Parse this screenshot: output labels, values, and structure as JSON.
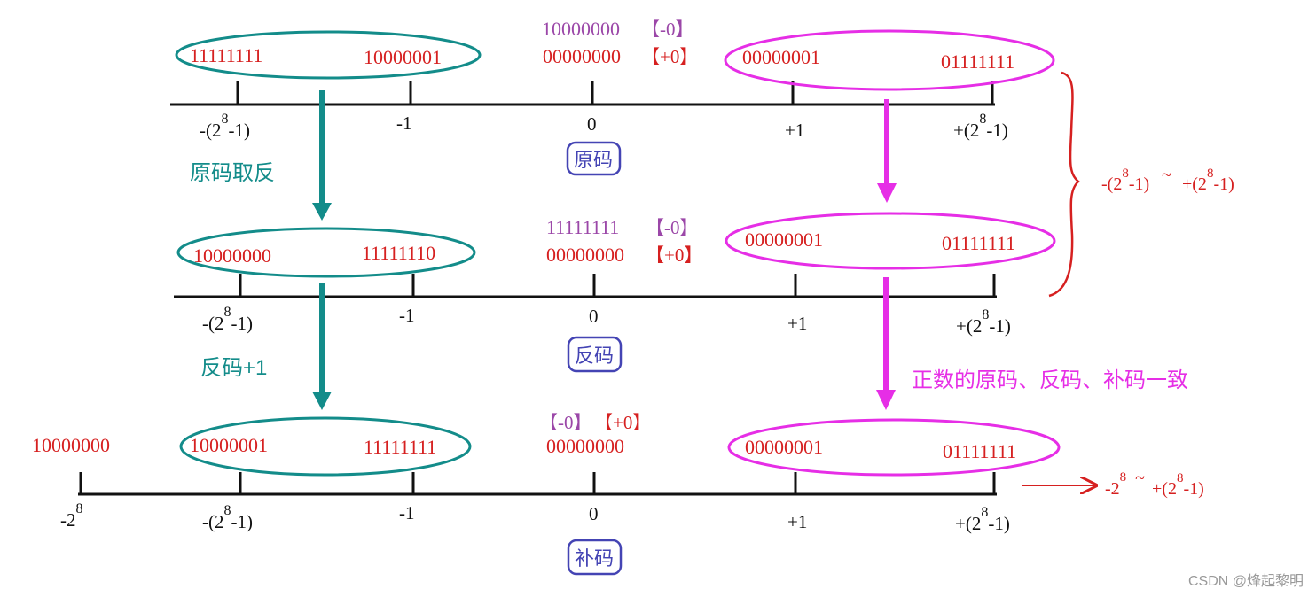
{
  "colors": {
    "teal": "#138c8a",
    "magenta": "#e62ee6",
    "red": "#d62020",
    "purple": "#9b47a8",
    "blue_box": "#4444b4",
    "black": "#111111"
  },
  "row1": {
    "left_ellipse": {
      "a": "11111111",
      "b": "10000001"
    },
    "zero_neg": {
      "code": "10000000",
      "tag": "【-0】"
    },
    "zero_pos": {
      "code": "00000000",
      "tag": "【+0】"
    },
    "right_ellipse": {
      "a": "00000001",
      "b": "01111111"
    },
    "ticks": {
      "t1": "-1",
      "t2": "0",
      "t3": "+1"
    },
    "box_label": "原码"
  },
  "row2": {
    "left_ellipse": {
      "a": "10000000",
      "b": "11111110"
    },
    "zero_neg": {
      "code": "11111111",
      "tag": "【-0】"
    },
    "zero_pos": {
      "code": "00000000",
      "tag": "【+0】"
    },
    "right_ellipse": {
      "a": "00000001",
      "b": "01111111"
    },
    "ticks": {
      "t1": "-1",
      "t2": "0",
      "t3": "+1"
    },
    "box_label": "反码"
  },
  "row3": {
    "outer_left": "10000000",
    "left_ellipse": {
      "a": "10000001",
      "b": "11111111"
    },
    "zero_tags": {
      "neg": "【-0】",
      "pos": "【+0】"
    },
    "zero_code": "00000000",
    "right_ellipse": {
      "a": "00000001",
      "b": "01111111"
    },
    "ticks": {
      "t1": "-1",
      "t2": "0",
      "t3": "+1"
    },
    "box_label": "补码"
  },
  "axis_text": {
    "neg_prefix": "-(2",
    "pos_prefix": "+(2",
    "exp": "8",
    "suffix": "-1)",
    "min_prefix": "-2"
  },
  "side_labels": {
    "invert": "原码取反",
    "plus_one": "反码+1",
    "positive_note": "正数的原码、反码、补码一致"
  },
  "ranges": {
    "range1_a": "-(2",
    "range1_exp": "8",
    "range1_b": "-1)",
    "range1_tilde": "~",
    "range1_c": "+(2",
    "range1_exp2": "8",
    "range1_d": "-1)",
    "range2_a": "-2",
    "range2_exp": "8",
    "range2_tilde": "~",
    "range2_c": "+(2",
    "range2_exp2": "8",
    "range2_d": "-1)"
  },
  "watermark": "CSDN @烽起黎明"
}
